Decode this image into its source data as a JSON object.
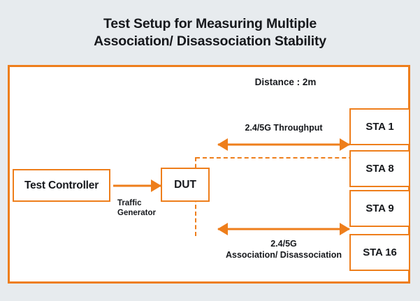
{
  "title": {
    "line1": "Test Setup for Measuring Multiple",
    "line2": "Association/ Disassociation Stability"
  },
  "colors": {
    "accent": "#ee7e1b",
    "background": "#e7ebee",
    "panel": "#ffffff",
    "text": "#16181c"
  },
  "diagram": {
    "nodes": {
      "test_controller": "Test Controller",
      "dut": "DUT"
    },
    "stations": [
      {
        "label": "STA 1"
      },
      {
        "label": "STA 8"
      },
      {
        "label": "STA 9"
      },
      {
        "label": "STA 16"
      }
    ],
    "labels": {
      "distance": "Distance : 2m",
      "traffic_line1": "Traffic",
      "traffic_line2": "Generator",
      "throughput": "2.4/5G Throughput",
      "assoc_line1": "2.4/5G",
      "assoc_line2": "Association/ Disassociation"
    }
  }
}
